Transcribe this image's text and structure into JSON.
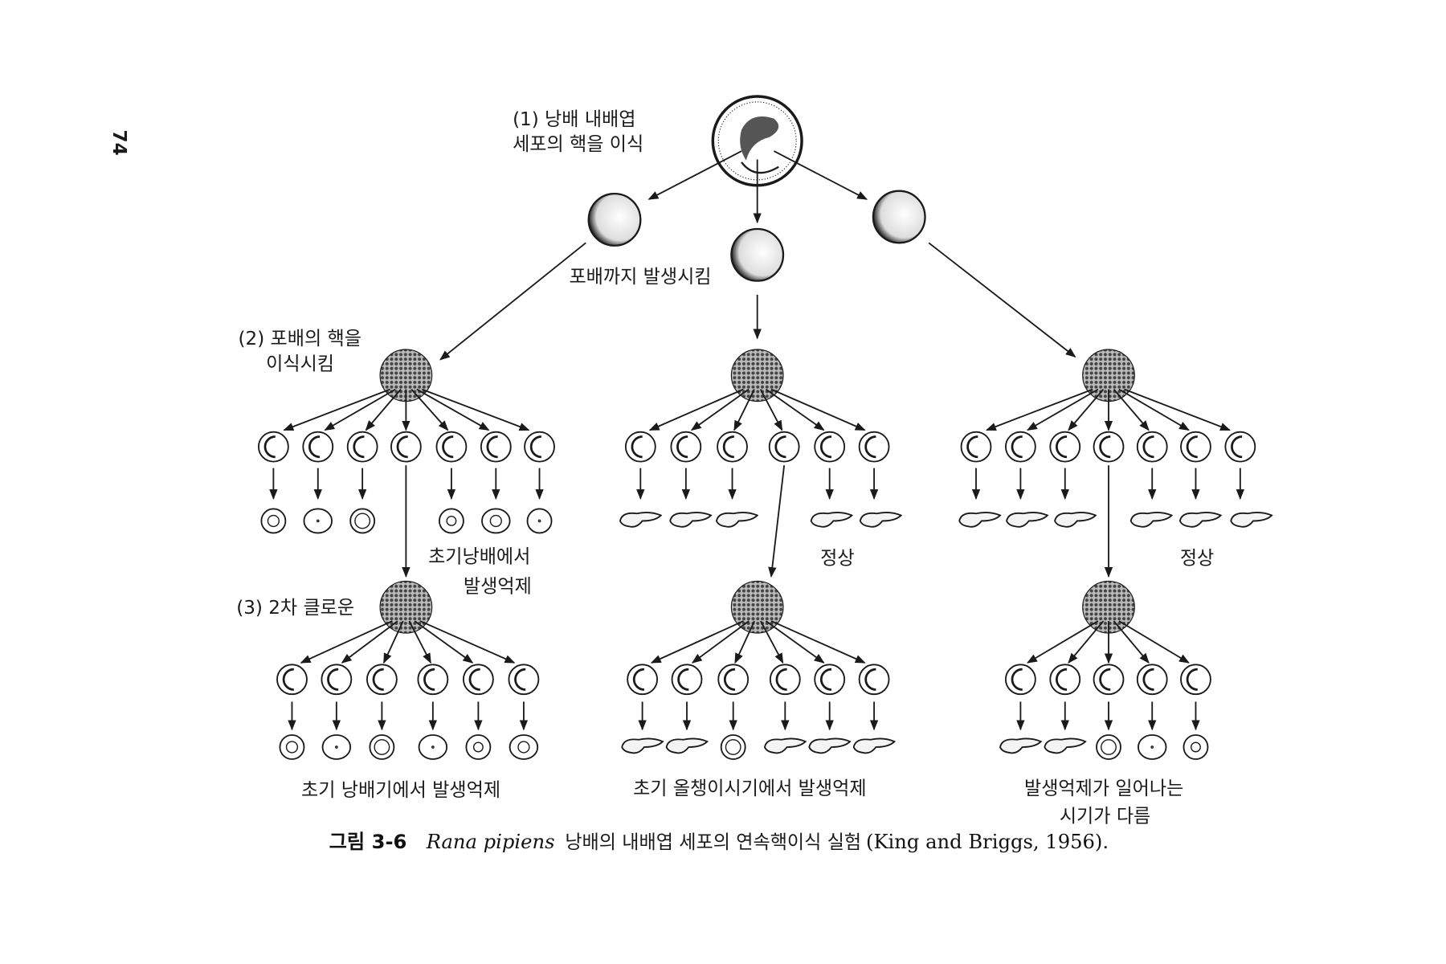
{
  "page_number": "74",
  "labels": {
    "step1_line1": "(1) 낭배 내배엽",
    "step1_line2": "세포의 핵을 이식",
    "blastula_note": "포배까지 발생시킴",
    "step2_line1": "(2) 포배의 핵을",
    "step2_line2": "이식시킴",
    "step3": "(3) 2차 클로운",
    "left_row1_line1": "초기낭배에서",
    "left_row1_line2": "발생억제",
    "middle_row1": "정상",
    "right_row1": "정상",
    "left_row2": "초기 낭배기에서 발생억제",
    "middle_row2": "초기 올챙이시기에서 발생억제",
    "right_row2_line1": "발생억제가 일어나는",
    "right_row2_line2": "시기가 다름"
  },
  "caption": {
    "figure_no": "그림 3-6",
    "species": "Rana pipiens",
    "text": "낭배의 내배엽 세포의 연속핵이식 실험",
    "citation": "(King and Briggs, 1956)."
  },
  "colors": {
    "ink": "#1a1a1a",
    "paper": "#ffffff"
  },
  "groups": [
    {
      "name": "left",
      "row1_outcomes": [
        "arrested-embryo",
        "arrested-embryo",
        "arrested-embryo",
        "recloned",
        "arrested-embryo",
        "arrested-embryo",
        "arrested-embryo"
      ],
      "row2_outcomes": [
        "arrested-embryo",
        "arrested-embryo",
        "arrested-embryo",
        "arrested-embryo",
        "arrested-embryo",
        "arrested-embryo"
      ]
    },
    {
      "name": "middle",
      "row1_outcomes": [
        "tadpole",
        "tadpole",
        "tadpole",
        "recloned",
        "tadpole",
        "tadpole"
      ],
      "row2_outcomes": [
        "tadpole",
        "tadpole",
        "arrested-embryo",
        "tadpole",
        "tadpole",
        "tadpole"
      ]
    },
    {
      "name": "right",
      "row1_outcomes": [
        "tadpole",
        "tadpole",
        "tadpole",
        "recloned",
        "tadpole",
        "tadpole",
        "tadpole"
      ],
      "row2_outcomes": [
        "tadpole",
        "tadpole",
        "arrested-embryo",
        "arrested-embryo",
        "arrested-embryo"
      ]
    }
  ]
}
